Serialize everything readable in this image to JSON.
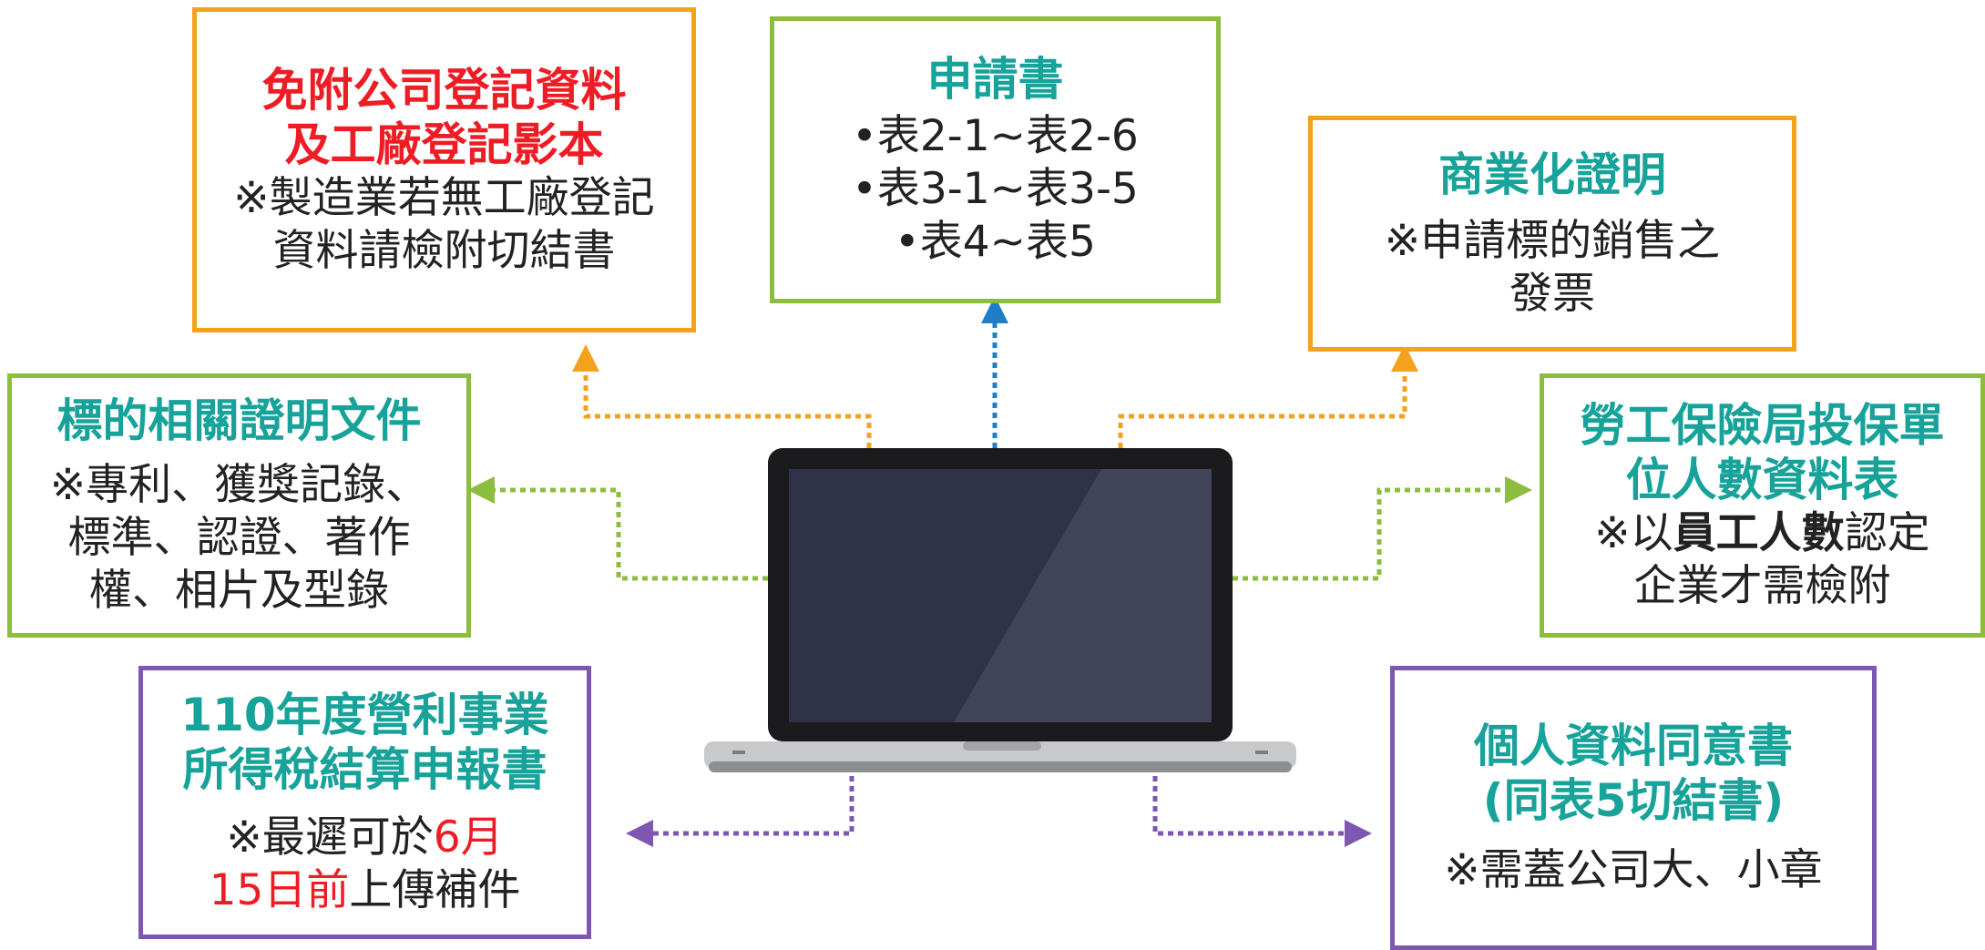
{
  "colors": {
    "teal_title": "#17a29a",
    "red_title": "#ee1c24",
    "orange_border": "#f4a11d",
    "green_border": "#8cbd3f",
    "purple_border": "#7e57b2",
    "blue_arrow": "#1e7fc8"
  },
  "center": {
    "icon": "laptop-icon"
  },
  "boxes": {
    "company_registration": {
      "title_line1": "免附公司登記資料",
      "title_line2": "及工廠登記影本",
      "note_line1": "※製造業若無工廠登記",
      "note_line2": "資料請檢附切結書"
    },
    "application_form": {
      "title": "申請書",
      "item1": "•表2-1~表2-6",
      "item2": "•表3-1~表3-5",
      "item3": "•表4~表5"
    },
    "commercialization": {
      "title": "商業化證明",
      "note_line1": "※申請標的銷售之",
      "note_line2": "發票"
    },
    "related_docs": {
      "title": "標的相關證明文件",
      "note_line1": "※專利、獲獎記錄、",
      "note_line2": "標準、認證、著作",
      "note_line3": "權、相片及型錄"
    },
    "labor_insurance": {
      "title_line1": "勞工保險局投保單",
      "title_line2": "位人數資料表",
      "note_prefix": "※以",
      "note_bold": "員工人數",
      "note_suffix": "認定",
      "note_line2": "企業才需檢附"
    },
    "tax_return": {
      "title_line1": "110年度營利事業",
      "title_line2": "所得稅結算申報書",
      "note_prefix": "※最遲可於",
      "note_red1": "6月",
      "note_red2": "15日前",
      "note_suffix": "上傳補件"
    },
    "personal_data": {
      "title_line1": "個人資料同意書",
      "title_line2": "(同表5切結書)",
      "note": "※需蓋公司大、小章"
    }
  }
}
